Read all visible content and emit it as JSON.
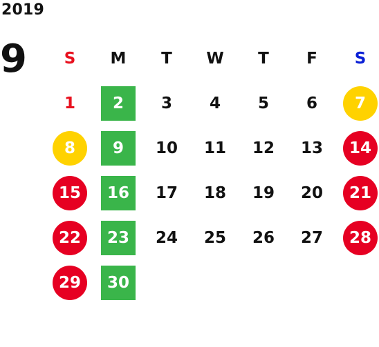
{
  "year": "2019",
  "month": "9",
  "weekdays": [
    "S",
    "M",
    "T",
    "W",
    "T",
    "F",
    "S"
  ],
  "colors": {
    "sunday_text": "#e8101e",
    "saturday_text": "#0a1fd6",
    "holiday_red": "#e60022",
    "highlight_yellow": "#ffd200",
    "highlight_green": "#3ab54a"
  },
  "weeks": [
    [
      {
        "day": "1",
        "style": "red-text"
      },
      {
        "day": "2",
        "style": "green"
      },
      {
        "day": "3",
        "style": "plain"
      },
      {
        "day": "4",
        "style": "plain"
      },
      {
        "day": "5",
        "style": "plain"
      },
      {
        "day": "6",
        "style": "plain"
      },
      {
        "day": "7",
        "style": "yellow"
      }
    ],
    [
      {
        "day": "8",
        "style": "yellow"
      },
      {
        "day": "9",
        "style": "green"
      },
      {
        "day": "10",
        "style": "plain"
      },
      {
        "day": "11",
        "style": "plain"
      },
      {
        "day": "12",
        "style": "plain"
      },
      {
        "day": "13",
        "style": "plain"
      },
      {
        "day": "14",
        "style": "red"
      }
    ],
    [
      {
        "day": "15",
        "style": "red"
      },
      {
        "day": "16",
        "style": "green"
      },
      {
        "day": "17",
        "style": "plain"
      },
      {
        "day": "18",
        "style": "plain"
      },
      {
        "day": "19",
        "style": "plain"
      },
      {
        "day": "20",
        "style": "plain"
      },
      {
        "day": "21",
        "style": "red"
      }
    ],
    [
      {
        "day": "22",
        "style": "red"
      },
      {
        "day": "23",
        "style": "green"
      },
      {
        "day": "24",
        "style": "plain"
      },
      {
        "day": "25",
        "style": "plain"
      },
      {
        "day": "26",
        "style": "plain"
      },
      {
        "day": "27",
        "style": "plain"
      },
      {
        "day": "28",
        "style": "red"
      }
    ],
    [
      {
        "day": "29",
        "style": "red"
      },
      {
        "day": "30",
        "style": "green"
      }
    ]
  ]
}
